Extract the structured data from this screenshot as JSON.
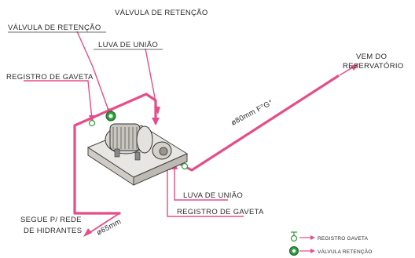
{
  "labels": {
    "valvula_retencao_top": "VÁLVULA DE RETENÇÃO",
    "valvula_retencao": "VÁLVULA DE RETENÇÃO",
    "luva_uniao_top": "LUVA DE UNIÃO",
    "registro_gaveta_left": "REGISTRO DE GAVETA",
    "vem_do": "VEM DO",
    "reservatorio": "RESERVATÓRIO",
    "pipe_80": "ø80mm F°G°",
    "luva_uniao_bottom": "LUVA DE UNIÃO",
    "registro_gaveta_bottom": "REGISTRO DE GAVETA",
    "segue_p_rede": "SEGUE P/ REDE",
    "de_hidrantes": "DE HIDRANTES",
    "pipe_65": "ø65mm"
  },
  "legend": {
    "registro_gaveta": "REGISTRO GAVETA",
    "valvula_retencao": "VÁLVULA RETENÇÃO"
  },
  "colors": {
    "pipe": "#e64d88",
    "valve_green": "#2f9e3d",
    "text": "#2a2a2a"
  },
  "icons": {
    "gate_valve": "gate-valve-icon",
    "check_valve": "check-valve-icon",
    "pump": "pump-motor-icon"
  }
}
